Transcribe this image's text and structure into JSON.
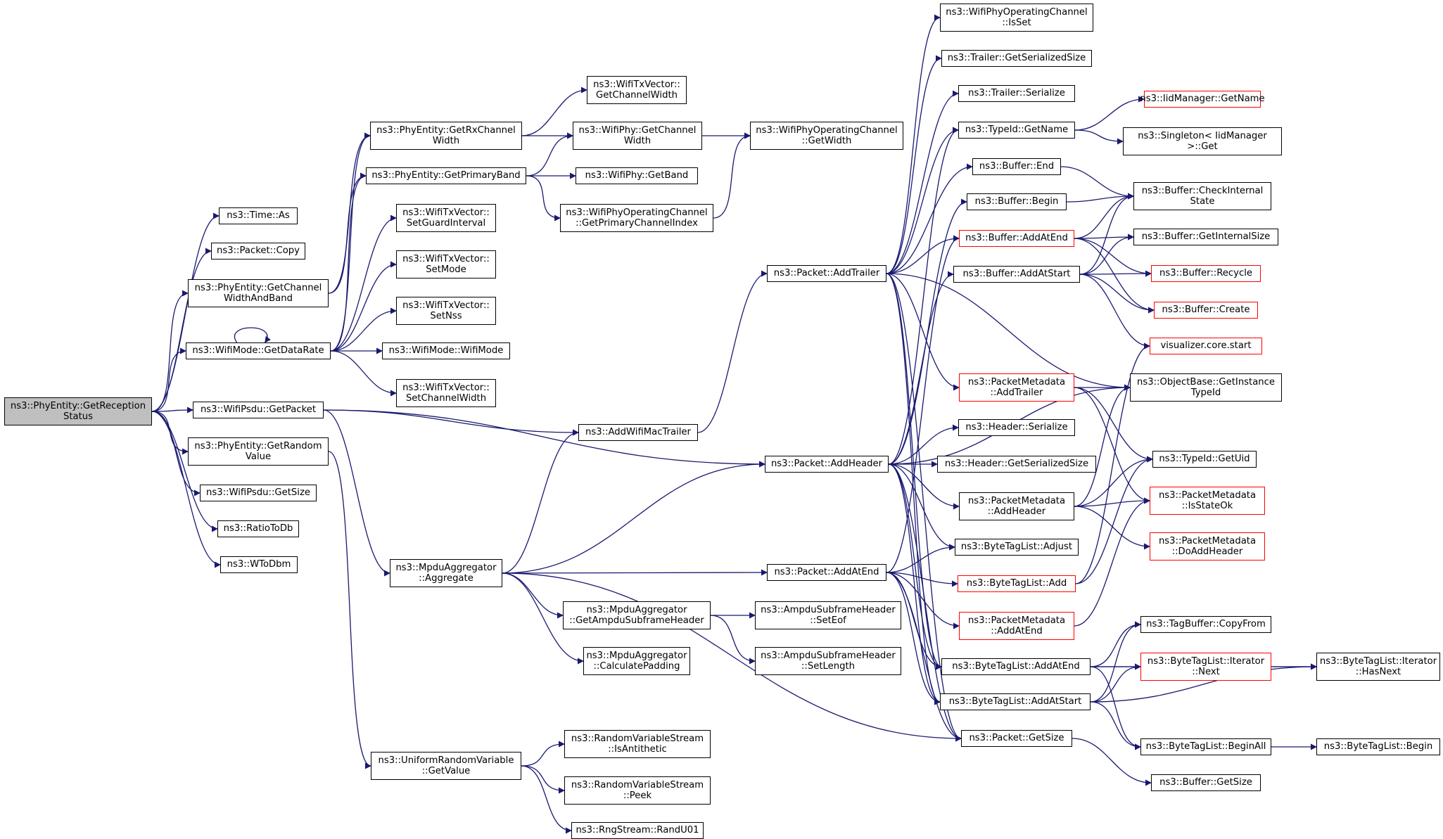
{
  "graph": {
    "edge_color": "#191970",
    "root_fill": "#bfbfbf",
    "truncated_border": "#ff0000",
    "nodes": [
      {
        "id": "root",
        "lines": [
          "ns3::PhyEntity::GetReception",
          "Status"
        ],
        "style": "root"
      },
      {
        "id": "time_as",
        "lines": [
          "ns3::Time::As"
        ]
      },
      {
        "id": "packet_copy",
        "lines": [
          "ns3::Packet::Copy"
        ]
      },
      {
        "id": "get_ch_width_band",
        "lines": [
          "ns3::PhyEntity::GetChannel",
          "WidthAndBand"
        ]
      },
      {
        "id": "getdatarate",
        "lines": [
          "ns3::WifiMode::GetDataRate"
        ]
      },
      {
        "id": "psdu_getpacket",
        "lines": [
          "ns3::WifiPsdu::GetPacket"
        ]
      },
      {
        "id": "phy_getrandom",
        "lines": [
          "ns3::PhyEntity::GetRandom",
          "Value"
        ]
      },
      {
        "id": "psdu_getsize",
        "lines": [
          "ns3::WifiPsdu::GetSize"
        ]
      },
      {
        "id": "ratiotodb",
        "lines": [
          "ns3::RatioToDb"
        ]
      },
      {
        "id": "wtodbm",
        "lines": [
          "ns3::WToDbm"
        ]
      },
      {
        "id": "getrxchwidth",
        "lines": [
          "ns3::PhyEntity::GetRxChannel",
          "Width"
        ]
      },
      {
        "id": "getprimaryband",
        "lines": [
          "ns3::PhyEntity::GetPrimaryBand"
        ]
      },
      {
        "id": "txv_setgi",
        "lines": [
          "ns3::WifiTxVector::",
          "SetGuardInterval"
        ]
      },
      {
        "id": "txv_setmode",
        "lines": [
          "ns3::WifiTxVector::",
          "SetMode"
        ]
      },
      {
        "id": "txv_setnss",
        "lines": [
          "ns3::WifiTxVector::",
          "SetNss"
        ]
      },
      {
        "id": "wifimode_ctor",
        "lines": [
          "ns3::WifiMode::WifiMode"
        ]
      },
      {
        "id": "txv_setchw",
        "lines": [
          "ns3::WifiTxVector::",
          "SetChannelWidth"
        ]
      },
      {
        "id": "addwifimactrailer",
        "lines": [
          "ns3::AddWifiMacTrailer"
        ]
      },
      {
        "id": "mpdu_aggregate",
        "lines": [
          "ns3::MpduAggregator",
          "::Aggregate"
        ]
      },
      {
        "id": "urv_getvalue",
        "lines": [
          "ns3::UniformRandomVariable",
          "::GetValue"
        ]
      },
      {
        "id": "txv_getchw",
        "lines": [
          "ns3::WifiTxVector::",
          "GetChannelWidth"
        ]
      },
      {
        "id": "phy_getchw",
        "lines": [
          "ns3::WifiPhy::GetChannel",
          "Width"
        ]
      },
      {
        "id": "phy_getband",
        "lines": [
          "ns3::WifiPhy::GetBand"
        ]
      },
      {
        "id": "opch_getprimidx",
        "lines": [
          "ns3::WifiPhyOperatingChannel",
          "::GetPrimaryChannelIndex"
        ]
      },
      {
        "id": "mpdu_getsubhdr",
        "lines": [
          "ns3::MpduAggregator",
          "::GetAmpduSubframeHeader"
        ]
      },
      {
        "id": "mpdu_calcpad",
        "lines": [
          "ns3::MpduAggregator",
          "::CalculatePadding"
        ]
      },
      {
        "id": "rvs_isanti",
        "lines": [
          "ns3::RandomVariableStream",
          "::IsAntithetic"
        ]
      },
      {
        "id": "rvs_peek",
        "lines": [
          "ns3::RandomVariableStream",
          "::Peek"
        ]
      },
      {
        "id": "rng_randu01",
        "lines": [
          "ns3::RngStream::RandU01"
        ]
      },
      {
        "id": "opch_getwidth",
        "lines": [
          "ns3::WifiPhyOperatingChannel",
          "::GetWidth"
        ]
      },
      {
        "id": "pkt_addtrailer",
        "lines": [
          "ns3::Packet::AddTrailer"
        ]
      },
      {
        "id": "pkt_addheader",
        "lines": [
          "ns3::Packet::AddHeader"
        ]
      },
      {
        "id": "pkt_addatend",
        "lines": [
          "ns3::Packet::AddAtEnd"
        ]
      },
      {
        "id": "asfh_seteof",
        "lines": [
          "ns3::AmpduSubframeHeader",
          "::SetEof"
        ]
      },
      {
        "id": "asfh_setlength",
        "lines": [
          "ns3::AmpduSubframeHeader",
          "::SetLength"
        ]
      },
      {
        "id": "opch_isset",
        "lines": [
          "ns3::WifiPhyOperatingChannel",
          "::IsSet"
        ]
      },
      {
        "id": "trailer_getsersize",
        "lines": [
          "ns3::Trailer::GetSerializedSize"
        ]
      },
      {
        "id": "trailer_serialize",
        "lines": [
          "ns3::Trailer::Serialize"
        ]
      },
      {
        "id": "typeid_getname",
        "lines": [
          "ns3::TypeId::GetName"
        ]
      },
      {
        "id": "buffer_end",
        "lines": [
          "ns3::Buffer::End"
        ]
      },
      {
        "id": "buffer_begin",
        "lines": [
          "ns3::Buffer::Begin"
        ]
      },
      {
        "id": "buffer_addatend",
        "lines": [
          "ns3::Buffer::AddAtEnd"
        ],
        "style": "red"
      },
      {
        "id": "buffer_addatstart",
        "lines": [
          "ns3::Buffer::AddAtStart"
        ]
      },
      {
        "id": "pm_addtrailer",
        "lines": [
          "ns3::PacketMetadata",
          "::AddTrailer"
        ],
        "style": "red"
      },
      {
        "id": "header_serialize",
        "lines": [
          "ns3::Header::Serialize"
        ]
      },
      {
        "id": "header_getsersize",
        "lines": [
          "ns3::Header::GetSerializedSize"
        ]
      },
      {
        "id": "pm_addheader",
        "lines": [
          "ns3::PacketMetadata",
          "::AddHeader"
        ]
      },
      {
        "id": "btl_adjust",
        "lines": [
          "ns3::ByteTagList::Adjust"
        ]
      },
      {
        "id": "btl_add",
        "lines": [
          "ns3::ByteTagList::Add"
        ],
        "style": "red"
      },
      {
        "id": "pm_addatend",
        "lines": [
          "ns3::PacketMetadata",
          "::AddAtEnd"
        ],
        "style": "red"
      },
      {
        "id": "btl_addatend",
        "lines": [
          "ns3::ByteTagList::AddAtEnd"
        ]
      },
      {
        "id": "btl_addatstart",
        "lines": [
          "ns3::ByteTagList::AddAtStart"
        ]
      },
      {
        "id": "pkt_getsize",
        "lines": [
          "ns3::Packet::GetSize"
        ]
      },
      {
        "id": "iidmgr_getname",
        "lines": [
          "ns3::IidManager::GetName"
        ],
        "style": "red"
      },
      {
        "id": "singleton_get",
        "lines": [
          "ns3::Singleton< IidManager",
          ">::Get"
        ]
      },
      {
        "id": "buffer_checkinternal",
        "lines": [
          "ns3::Buffer::CheckInternal",
          "State"
        ]
      },
      {
        "id": "buffer_getinternalsize",
        "lines": [
          "ns3::Buffer::GetInternalSize"
        ]
      },
      {
        "id": "buffer_recycle",
        "lines": [
          "ns3::Buffer::Recycle"
        ],
        "style": "red"
      },
      {
        "id": "buffer_create",
        "lines": [
          "ns3::Buffer::Create"
        ],
        "style": "red"
      },
      {
        "id": "vis_start",
        "lines": [
          "visualizer.core.start"
        ],
        "style": "red"
      },
      {
        "id": "ob_getinstancetypeid",
        "lines": [
          "ns3::ObjectBase::GetInstance",
          "TypeId"
        ]
      },
      {
        "id": "typeid_getuid",
        "lines": [
          "ns3::TypeId::GetUid"
        ]
      },
      {
        "id": "pm_isstateok",
        "lines": [
          "ns3::PacketMetadata",
          "::IsStateOk"
        ],
        "style": "red"
      },
      {
        "id": "pm_doaddheader",
        "lines": [
          "ns3::PacketMetadata",
          "::DoAddHeader"
        ],
        "style": "red"
      },
      {
        "id": "tagbuffer_copyfrom",
        "lines": [
          "ns3::TagBuffer::CopyFrom"
        ]
      },
      {
        "id": "btl_it_next",
        "lines": [
          "ns3::ByteTagList::Iterator",
          "::Next"
        ],
        "style": "red"
      },
      {
        "id": "btl_beginall",
        "lines": [
          "ns3::ByteTagList::BeginAll"
        ]
      },
      {
        "id": "buffer_getsize",
        "lines": [
          "ns3::Buffer::GetSize"
        ]
      },
      {
        "id": "btl_it_hasnext",
        "lines": [
          "ns3::ByteTagList::Iterator",
          "::HasNext"
        ]
      },
      {
        "id": "btl_begin",
        "lines": [
          "ns3::ByteTagList::Begin"
        ]
      }
    ],
    "edges": [
      [
        "root",
        "time_as"
      ],
      [
        "root",
        "packet_copy"
      ],
      [
        "root",
        "get_ch_width_band"
      ],
      [
        "root",
        "getdatarate"
      ],
      [
        "root",
        "psdu_getpacket"
      ],
      [
        "root",
        "phy_getrandom"
      ],
      [
        "root",
        "psdu_getsize"
      ],
      [
        "root",
        "ratiotodb"
      ],
      [
        "root",
        "wtodbm"
      ],
      [
        "get_ch_width_band",
        "getrxchwidth"
      ],
      [
        "get_ch_width_band",
        "getprimaryband"
      ],
      [
        "getdatarate",
        "getdatarate"
      ],
      [
        "getdatarate",
        "getrxchwidth"
      ],
      [
        "getdatarate",
        "getprimaryband"
      ],
      [
        "getdatarate",
        "txv_setgi"
      ],
      [
        "getdatarate",
        "txv_setmode"
      ],
      [
        "getdatarate",
        "txv_setnss"
      ],
      [
        "getdatarate",
        "wifimode_ctor"
      ],
      [
        "getdatarate",
        "txv_setchw"
      ],
      [
        "psdu_getpacket",
        "addwifimactrailer"
      ],
      [
        "psdu_getpacket",
        "pkt_addheader"
      ],
      [
        "psdu_getpacket",
        "mpdu_aggregate"
      ],
      [
        "phy_getrandom",
        "urv_getvalue"
      ],
      [
        "getrxchwidth",
        "txv_getchw"
      ],
      [
        "getrxchwidth",
        "phy_getchw"
      ],
      [
        "getprimaryband",
        "phy_getchw"
      ],
      [
        "getprimaryband",
        "phy_getband"
      ],
      [
        "getprimaryband",
        "opch_getprimidx"
      ],
      [
        "addwifimactrailer",
        "pkt_addtrailer"
      ],
      [
        "mpdu_aggregate",
        "addwifimactrailer"
      ],
      [
        "mpdu_aggregate",
        "pkt_addheader"
      ],
      [
        "mpdu_aggregate",
        "pkt_addatend"
      ],
      [
        "mpdu_aggregate",
        "mpdu_getsubhdr"
      ],
      [
        "mpdu_aggregate",
        "mpdu_calcpad"
      ],
      [
        "mpdu_aggregate",
        "pkt_getsize"
      ],
      [
        "urv_getvalue",
        "rvs_isanti"
      ],
      [
        "urv_getvalue",
        "rvs_peek"
      ],
      [
        "urv_getvalue",
        "rng_randu01"
      ],
      [
        "phy_getchw",
        "opch_getwidth"
      ],
      [
        "opch_getprimidx",
        "opch_getwidth"
      ],
      [
        "mpdu_getsubhdr",
        "asfh_seteof"
      ],
      [
        "mpdu_getsubhdr",
        "asfh_setlength"
      ],
      [
        "pkt_addtrailer",
        "opch_isset"
      ],
      [
        "pkt_addtrailer",
        "trailer_getsersize"
      ],
      [
        "pkt_addtrailer",
        "trailer_serialize"
      ],
      [
        "pkt_addtrailer",
        "typeid_getname"
      ],
      [
        "pkt_addtrailer",
        "buffer_end"
      ],
      [
        "pkt_addtrailer",
        "buffer_addatend"
      ],
      [
        "pkt_addtrailer",
        "pm_addtrailer"
      ],
      [
        "pkt_addtrailer",
        "ob_getinstancetypeid"
      ],
      [
        "pkt_addtrailer",
        "btl_addatend"
      ],
      [
        "pkt_addtrailer",
        "btl_addatstart"
      ],
      [
        "pkt_addtrailer",
        "pkt_getsize"
      ],
      [
        "pkt_addheader",
        "typeid_getname"
      ],
      [
        "pkt_addheader",
        "buffer_begin"
      ],
      [
        "pkt_addheader",
        "buffer_addatstart"
      ],
      [
        "pkt_addheader",
        "ob_getinstancetypeid"
      ],
      [
        "pkt_addheader",
        "header_serialize"
      ],
      [
        "pkt_addheader",
        "header_getsersize"
      ],
      [
        "pkt_addheader",
        "pm_addheader"
      ],
      [
        "pkt_addheader",
        "btl_adjust"
      ],
      [
        "pkt_addheader",
        "btl_addatend"
      ],
      [
        "pkt_addheader",
        "btl_addatstart"
      ],
      [
        "pkt_addheader",
        "pkt_getsize"
      ],
      [
        "pkt_addatend",
        "buffer_addatend"
      ],
      [
        "pkt_addatend",
        "btl_adjust"
      ],
      [
        "pkt_addatend",
        "btl_add"
      ],
      [
        "pkt_addatend",
        "pm_addatend"
      ],
      [
        "pkt_addatend",
        "btl_addatend"
      ],
      [
        "pkt_addatend",
        "btl_addatstart"
      ],
      [
        "pkt_addatend",
        "pkt_getsize"
      ],
      [
        "typeid_getname",
        "iidmgr_getname"
      ],
      [
        "typeid_getname",
        "singleton_get"
      ],
      [
        "buffer_end",
        "buffer_checkinternal"
      ],
      [
        "buffer_begin",
        "buffer_checkinternal"
      ],
      [
        "buffer_addatend",
        "buffer_checkinternal"
      ],
      [
        "buffer_addatend",
        "buffer_getinternalsize"
      ],
      [
        "buffer_addatend",
        "buffer_recycle"
      ],
      [
        "buffer_addatend",
        "buffer_create"
      ],
      [
        "buffer_addatstart",
        "buffer_checkinternal"
      ],
      [
        "buffer_addatstart",
        "buffer_getinternalsize"
      ],
      [
        "buffer_addatstart",
        "buffer_recycle"
      ],
      [
        "buffer_addatstart",
        "buffer_create"
      ],
      [
        "buffer_addatstart",
        "vis_start"
      ],
      [
        "pm_addtrailer",
        "ob_getinstancetypeid"
      ],
      [
        "pm_addtrailer",
        "typeid_getuid"
      ],
      [
        "pm_addtrailer",
        "pm_isstateok"
      ],
      [
        "pm_addheader",
        "ob_getinstancetypeid"
      ],
      [
        "pm_addheader",
        "typeid_getuid"
      ],
      [
        "pm_addheader",
        "pm_isstateok"
      ],
      [
        "pm_addheader",
        "pm_doaddheader"
      ],
      [
        "btl_add",
        "vis_start"
      ],
      [
        "btl_add",
        "typeid_getuid"
      ],
      [
        "pm_addatend",
        "pm_isstateok"
      ],
      [
        "btl_addatend",
        "tagbuffer_copyfrom"
      ],
      [
        "btl_addatend",
        "btl_it_next"
      ],
      [
        "btl_addatend",
        "btl_beginall"
      ],
      [
        "btl_addatend",
        "btl_it_hasnext"
      ],
      [
        "btl_addatstart",
        "tagbuffer_copyfrom"
      ],
      [
        "btl_addatstart",
        "btl_it_next"
      ],
      [
        "btl_addatstart",
        "btl_beginall"
      ],
      [
        "btl_addatstart",
        "btl_it_hasnext"
      ],
      [
        "pkt_getsize",
        "buffer_getsize"
      ],
      [
        "btl_it_next",
        "btl_it_hasnext"
      ],
      [
        "btl_beginall",
        "btl_begin"
      ]
    ]
  }
}
